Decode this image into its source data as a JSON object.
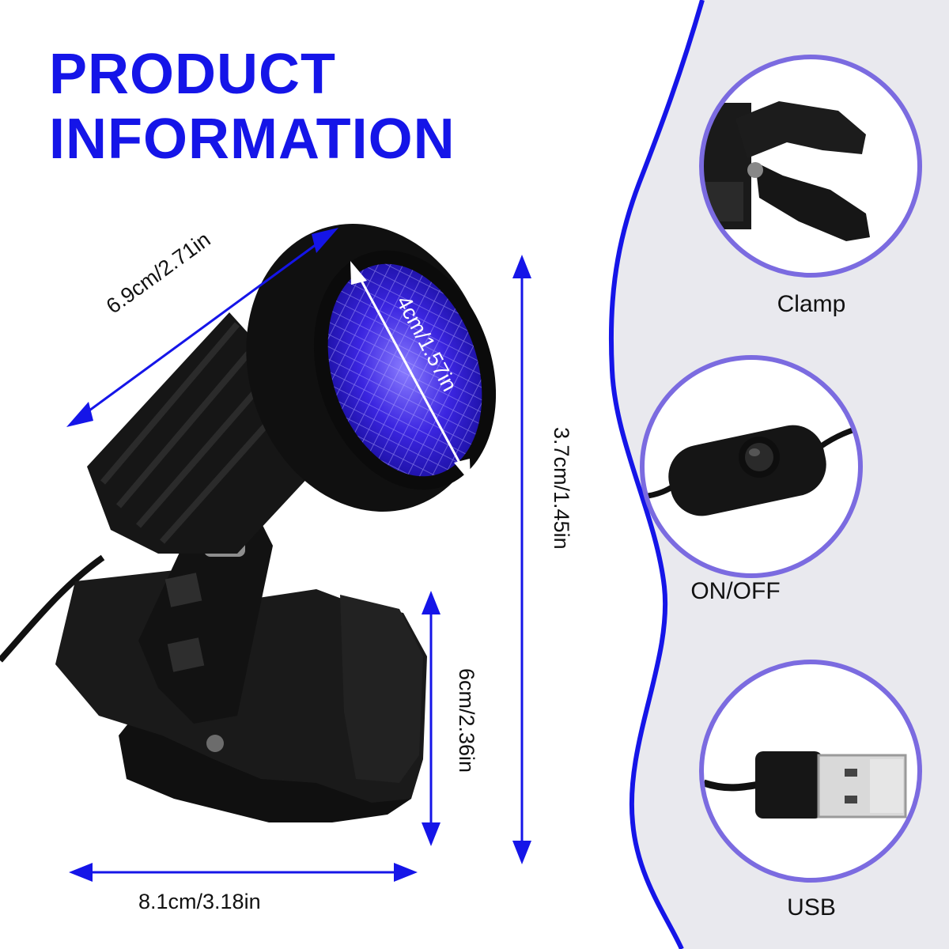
{
  "title": {
    "line1": "PRODUCT",
    "line2": "INFORMATION"
  },
  "dimensions": {
    "head_length": "6.9cm/2.71in",
    "lens_diameter": "4cm/1.57in",
    "total_height": "3.7cm/1.45in",
    "clip_height": "6cm/2.36in",
    "clip_width": "8.1cm/3.18in"
  },
  "features": [
    {
      "label": "Clamp",
      "icon": "clamp-icon"
    },
    {
      "label": "ON/OFF",
      "icon": "switch-icon"
    },
    {
      "label": "USB",
      "icon": "usb-plug-icon"
    }
  ],
  "colors": {
    "accent": "#1515e8",
    "circle_ring": "#7b6be0",
    "panel_bg": "#e9e9ee",
    "uv_glow": "#3b25e0",
    "product_black": "#141414"
  }
}
